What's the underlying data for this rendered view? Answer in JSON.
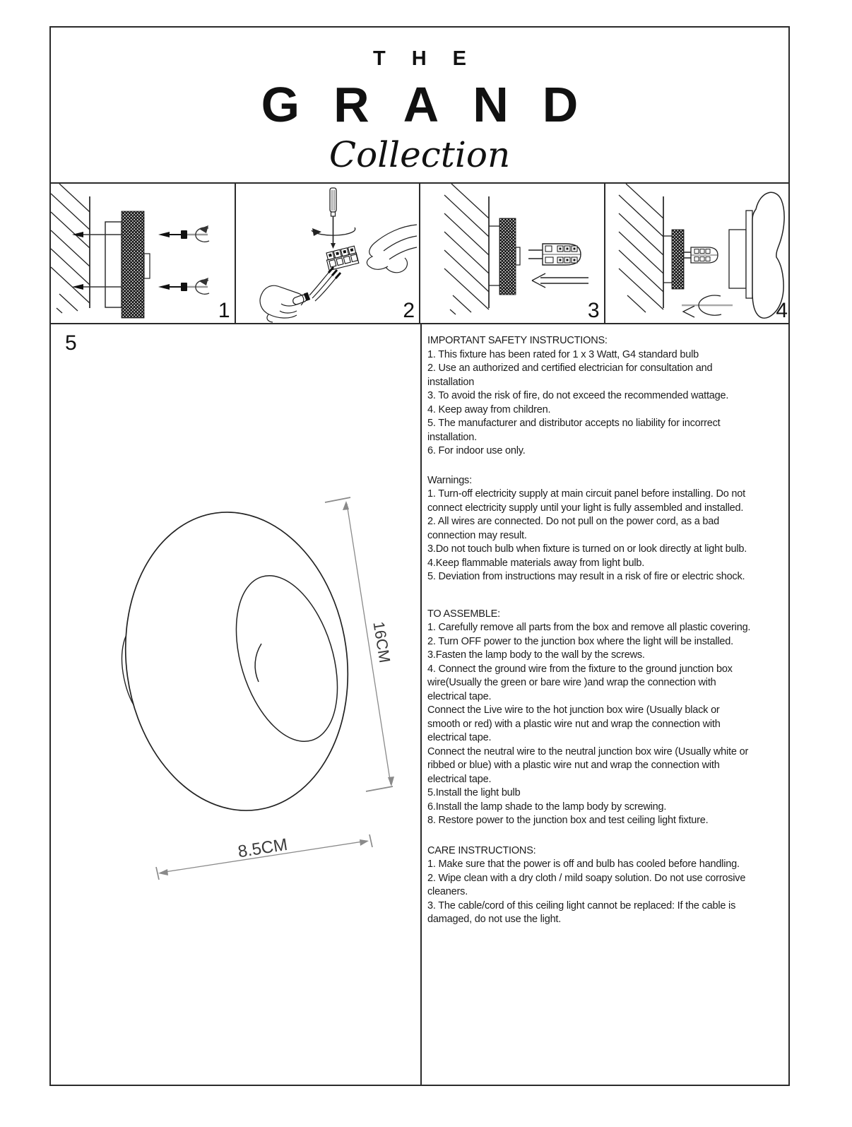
{
  "header": {
    "line1": "THE",
    "line2": "GRAND",
    "line3": "Collection"
  },
  "panels": {
    "p1": "1",
    "p2": "2",
    "p3": "3",
    "p4": "4",
    "p5": "5"
  },
  "diagram": {
    "height_label": "16CM",
    "width_label": "8.5CM"
  },
  "sections": {
    "safety": {
      "heading": "IMPORTANT SAFETY INSTRUCTIONS:",
      "lines": [
        "1. This fixture has been rated for 1 x 3 Watt, G4 standard bulb",
        "2. Use an authorized and certified electrician for consultation and",
        "installation",
        "3. To avoid the risk of fire, do not exceed the recommended wattage.",
        "4. Keep away from children.",
        "5. The manufacturer and distributor accepts no liability for incorrect",
        "installation.",
        "6. For indoor use only."
      ]
    },
    "warnings": {
      "heading": "Warnings:",
      "lines": [
        "1. Turn-off electricity supply at main circuit panel before installing. Do not",
        "connect electricity supply until your light is fully assembled and installed.",
        "2. All wires are connected. Do not pull on the power cord, as a bad",
        "connection may result.",
        "3.Do not touch bulb when fixture is turned on or look directly at light bulb.",
        "4.Keep flammable materials away from light bulb.",
        "5. Deviation from instructions may result in a risk of fire or electric shock."
      ]
    },
    "assemble": {
      "heading": "TO ASSEMBLE:",
      "lines": [
        "1. Carefully remove all parts from the box and remove all plastic covering.",
        "2. Turn OFF power to the junction box where the light will be installed.",
        "3.Fasten the lamp body to the wall by the screws.",
        "4. Connect the ground wire from the fixture to the ground junction box",
        "wire(Usually the green or bare wire )and wrap the connection with",
        "electrical tape.",
        "Connect the Live wire to the hot junction box wire (Usually black or",
        "smooth or red) with a plastic wire nut  and wrap the connection with",
        "electrical tape.",
        "Connect the neutral wire to the neutral junction box wire (Usually white or",
        "ribbed or blue) with a plastic wire nut and wrap the connection with",
        "electrical tape.",
        "5.Install the light bulb",
        "6.Install the lamp shade to the lamp body by screwing.",
        "8. Restore power to the junction box and test ceiling light fixture."
      ]
    },
    "care": {
      "heading": "CARE INSTRUCTIONS:",
      "lines": [
        "1. Make sure that the power is off and bulb has cooled before handling.",
        "2. Wipe clean with a dry cloth / mild soapy solution. Do not use corrosive",
        "cleaners.",
        "3. The cable/cord of this ceiling light cannot be replaced: If the cable is",
        "damaged, do not use the light."
      ]
    }
  },
  "colors": {
    "ink": "#1c1c1c",
    "dim_line": "#888888",
    "mesh_dark": "#1b1b1b"
  }
}
